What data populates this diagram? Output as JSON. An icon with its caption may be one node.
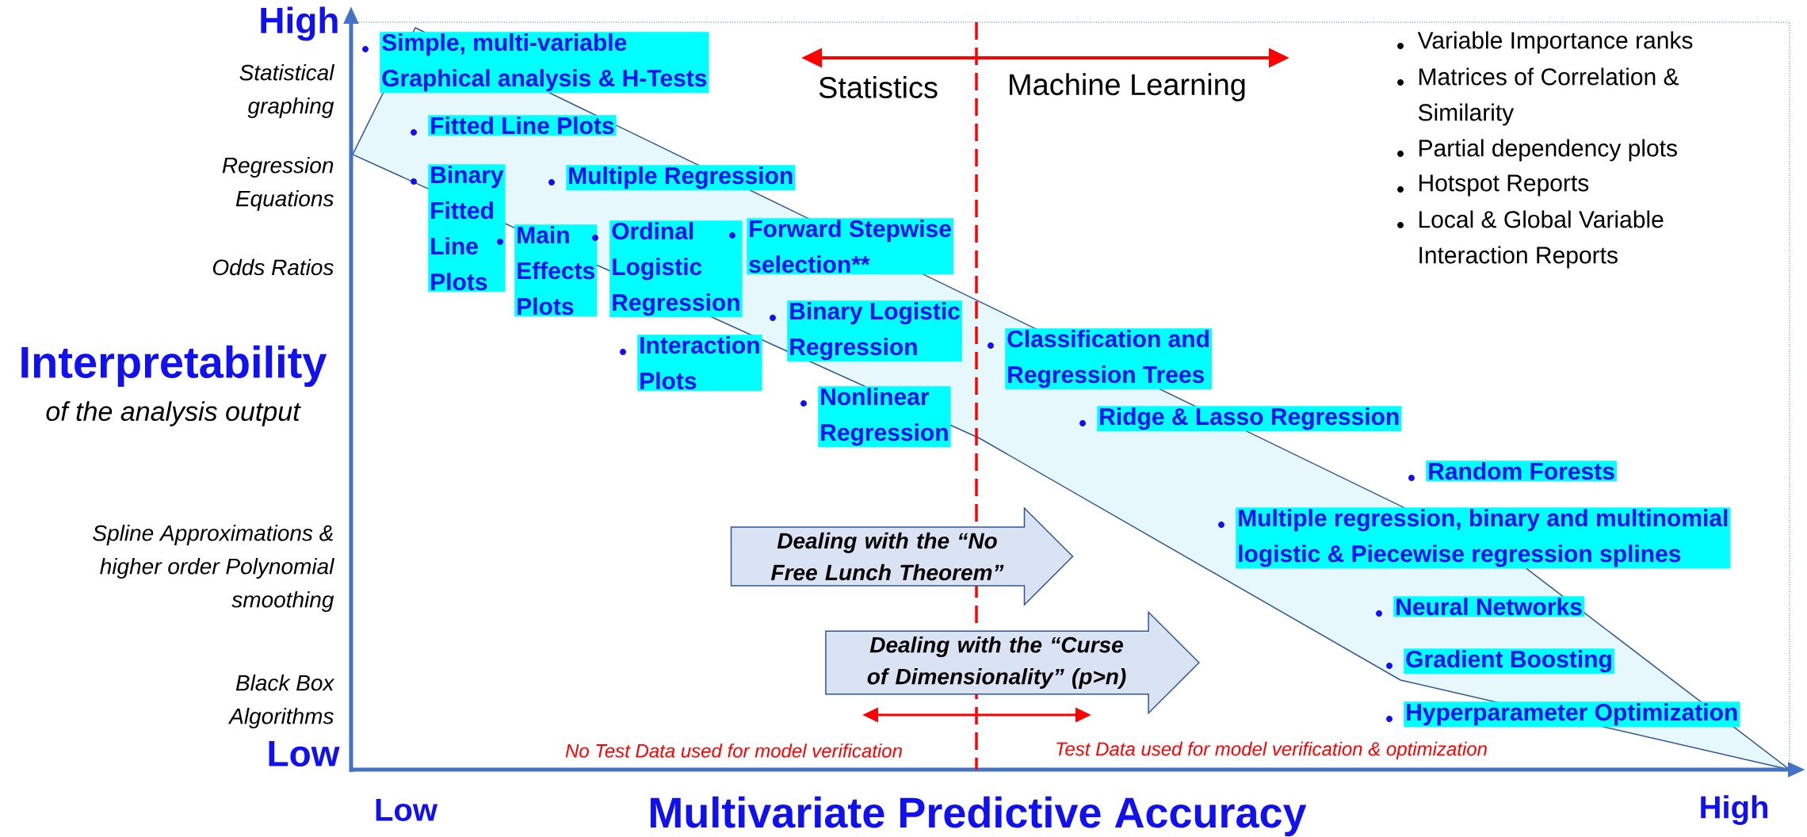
{
  "diagram": {
    "nodes": [
      {
        "text": [
          "Dealing with the “No Free Lunch Theorem”"
        ]
      },
      {
        "text": [
          "Dealing with the “Curse of Dimensionality” (p>n)"
        ]
      }
    ],
    "labels": [
      "High",
      "Statistical graphing",
      "Regression Equations",
      "Odds Ratios",
      "Interpretability",
      "of the analysis output",
      "Spline Approximations & higher order Polynomial smoothing",
      "Black Box Algorithms",
      "Low",
      "Statistics",
      "Machine Learning",
      "Variable Importance ranks",
      "Matrices of Correlation & Similarity",
      "Partial dependency plots",
      "Hotspot Reports",
      "Local & Global Variable Interaction Reports",
      "Simple, multi-variable Graphical analysis & H-Tests",
      "Fitted Line Plots",
      "Binary Fitted Line Plots",
      "Multiple Regression",
      "Main Effects Plots",
      "Ordinal Logistic Regression",
      "Forward Stepwise selection**",
      "Binary Logistic Regression",
      "Interaction Plots",
      "Nonlinear Regression",
      "Classification and Regression Trees",
      "Ridge & Lasso Regression",
      "Random Forests",
      "Multiple regression, binary and multinomial logistic & Piecewise regression splines",
      "Neural Networks",
      "Gradient Boosting",
      "Hyperparameter Optimization",
      "No Test Data used for model verification",
      "Test Data used for model verification & optimization",
      "Low",
      "Multivariate Predictive Accuracy",
      "High"
    ]
  }
}
